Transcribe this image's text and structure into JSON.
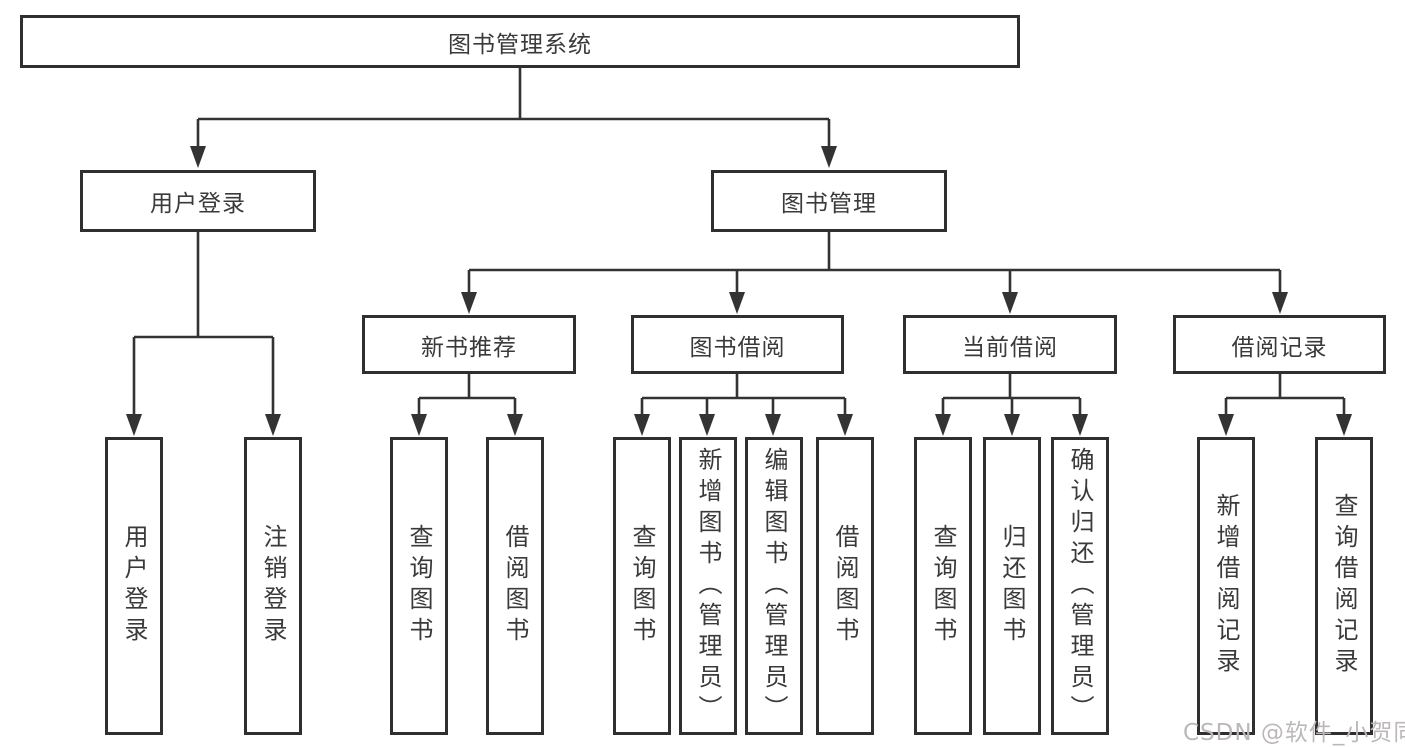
{
  "tree": {
    "root": {
      "label": "图书管理系统"
    },
    "children": [
      {
        "label": "用户登录",
        "children": [
          {
            "label": "用户登录"
          },
          {
            "label": "注销登录"
          }
        ]
      },
      {
        "label": "图书管理",
        "children": [
          {
            "label": "新书推荐",
            "children": [
              {
                "label": "查询图书"
              },
              {
                "label": "借阅图书"
              }
            ]
          },
          {
            "label": "图书借阅",
            "children": [
              {
                "label": "查询图书"
              },
              {
                "label": "新增图书（管理员）"
              },
              {
                "label": "编辑图书（管理员）"
              },
              {
                "label": "借阅图书"
              }
            ]
          },
          {
            "label": "当前借阅",
            "children": [
              {
                "label": "查询图书"
              },
              {
                "label": "归还图书"
              },
              {
                "label": "确认归还（管理员）"
              }
            ]
          },
          {
            "label": "借阅记录",
            "children": [
              {
                "label": "新增借阅记录"
              },
              {
                "label": "查询借阅记录"
              }
            ]
          }
        ]
      }
    ]
  },
  "watermark": {
    "text": "CSDN @软件_小贺同学"
  },
  "colors": {
    "line": "#333333",
    "box_border": "#2f2f2f",
    "text": "#3a3a3a",
    "watermark": "#bcb8b8",
    "background": "#ffffff"
  }
}
